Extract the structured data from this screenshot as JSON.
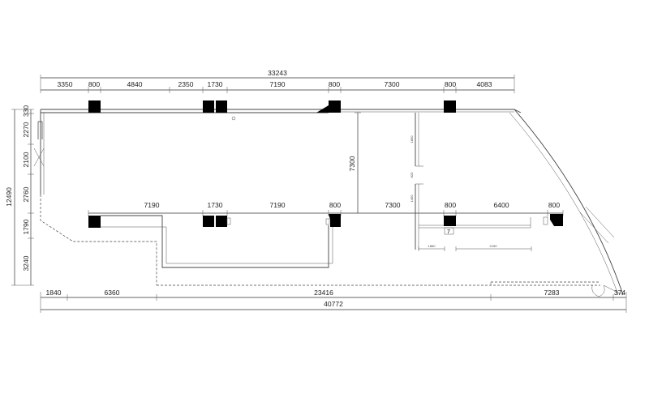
{
  "plan": {
    "top_dims": {
      "overall": "33243",
      "segments": [
        "3350",
        "800",
        "4840",
        "2350",
        "1730",
        "7190",
        "800",
        "7300",
        "800",
        "4083"
      ]
    },
    "mid_dims": {
      "segments": [
        "7190",
        "1730",
        "7190",
        "800",
        "7300",
        "800",
        "6400",
        "800"
      ]
    },
    "vertical_dim": "7300",
    "left_dims": {
      "overall": "12490",
      "segments": [
        "330",
        "2270",
        "2100",
        "2760",
        "1790",
        "3240"
      ]
    },
    "bottom_dims": {
      "overall": "40772",
      "segments": [
        "1840",
        "6360",
        "23416",
        "7283",
        "374"
      ]
    },
    "room_small_labels": [
      "1800",
      "820",
      "1450",
      "1860",
      "2150"
    ],
    "room_marker": "7"
  }
}
